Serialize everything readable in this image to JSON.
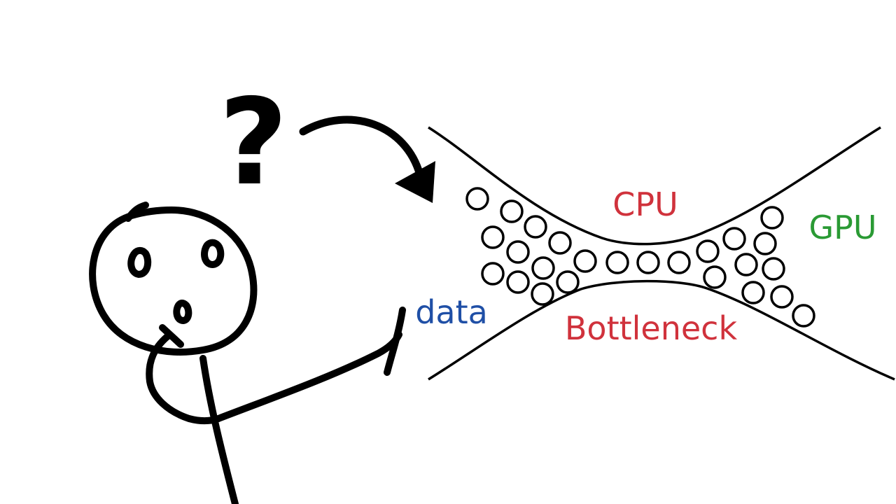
{
  "question_mark": "?",
  "labels": {
    "cpu": "CPU",
    "gpu": "GPU",
    "data": "data",
    "bottleneck": "Bottleneck"
  },
  "colors": {
    "cpu": "#d0323c",
    "bottleneck": "#d0323c",
    "gpu": "#2a9a34",
    "data": "#1f4fa6",
    "ink": "#000000"
  },
  "icons": [
    "stick-figure",
    "question-mark",
    "curved-arrow",
    "bottleneck-funnel"
  ]
}
